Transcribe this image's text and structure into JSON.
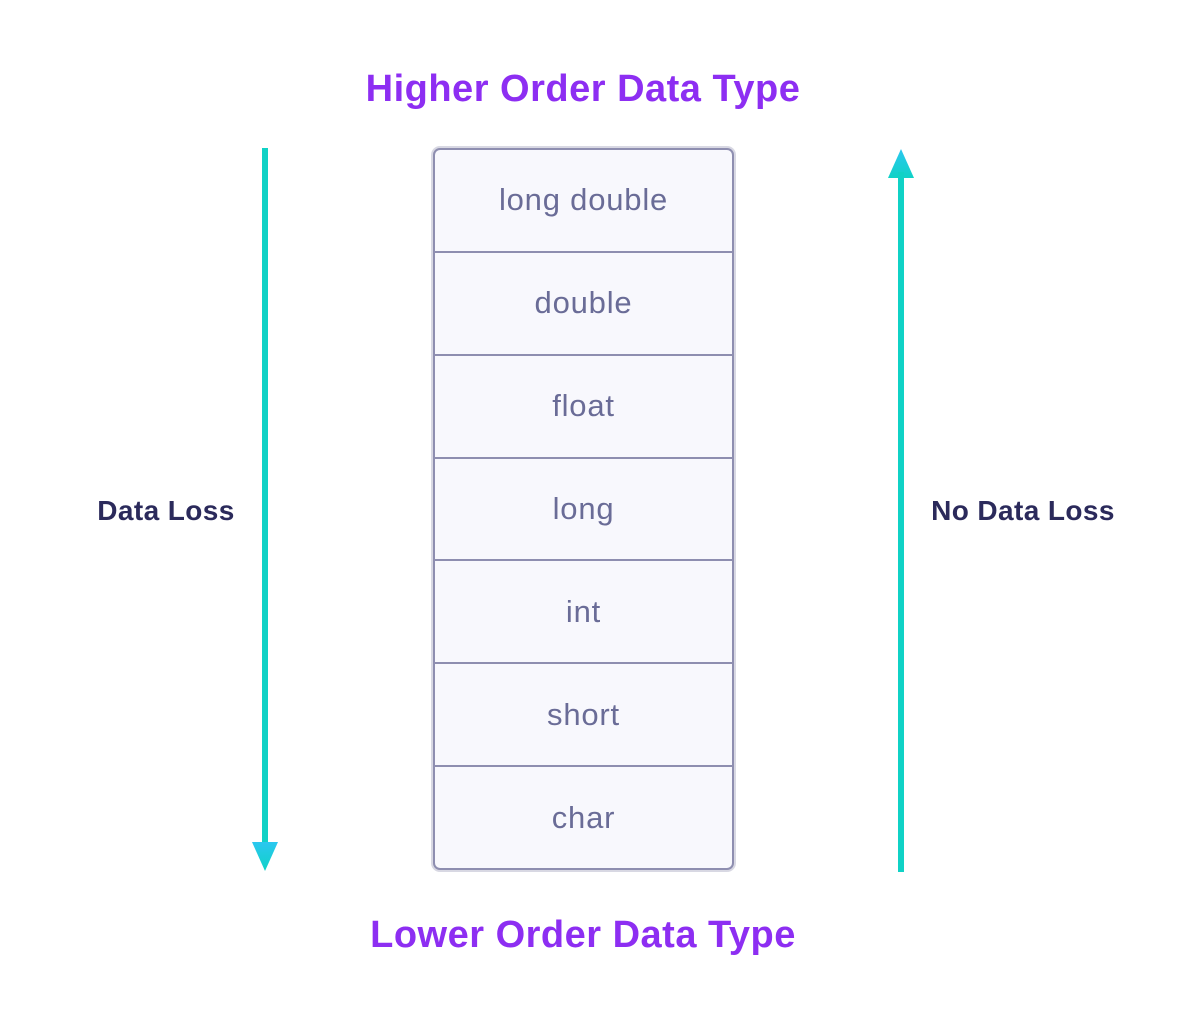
{
  "diagram": {
    "title_top": "Higher Order Data Type",
    "title_bottom": "Lower Order Data Type",
    "left_label": "Data Loss",
    "right_label": "No Data Loss",
    "types": [
      "long double",
      "double",
      "float",
      "long",
      "int",
      "short",
      "char"
    ],
    "colors": {
      "title": "#8D2EF2",
      "label": "#2B2A5B",
      "arrow": "#10D2C6",
      "arrow_tip": "#2BC7F0",
      "box_border": "#8E8EB0",
      "box_fill": "#F8F8FD",
      "box_text": "#6A6C97",
      "background": "#FFFFFF"
    }
  }
}
